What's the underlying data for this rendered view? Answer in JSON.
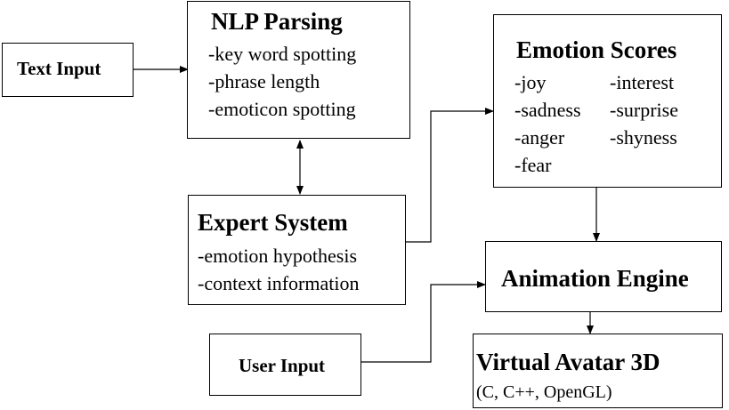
{
  "boxes": {
    "text_input": {
      "title": "Text Input"
    },
    "nlp": {
      "title": "NLP Parsing",
      "items": [
        "-key word spotting",
        "-phrase length",
        "-emoticon spotting"
      ]
    },
    "emotion": {
      "title": "Emotion Scores",
      "left_items": [
        "-joy",
        "-sadness",
        "-anger",
        "-fear"
      ],
      "right_items": [
        "-interest",
        "-surprise",
        "-shyness"
      ]
    },
    "expert": {
      "title": "Expert System",
      "items": [
        "-emotion hypothesis",
        "-context information"
      ]
    },
    "animation": {
      "title": "Animation Engine"
    },
    "user_input": {
      "title": "User Input"
    },
    "avatar": {
      "title": "Virtual Avatar 3D",
      "subtitle": "(C, C++, OpenGL)"
    }
  }
}
